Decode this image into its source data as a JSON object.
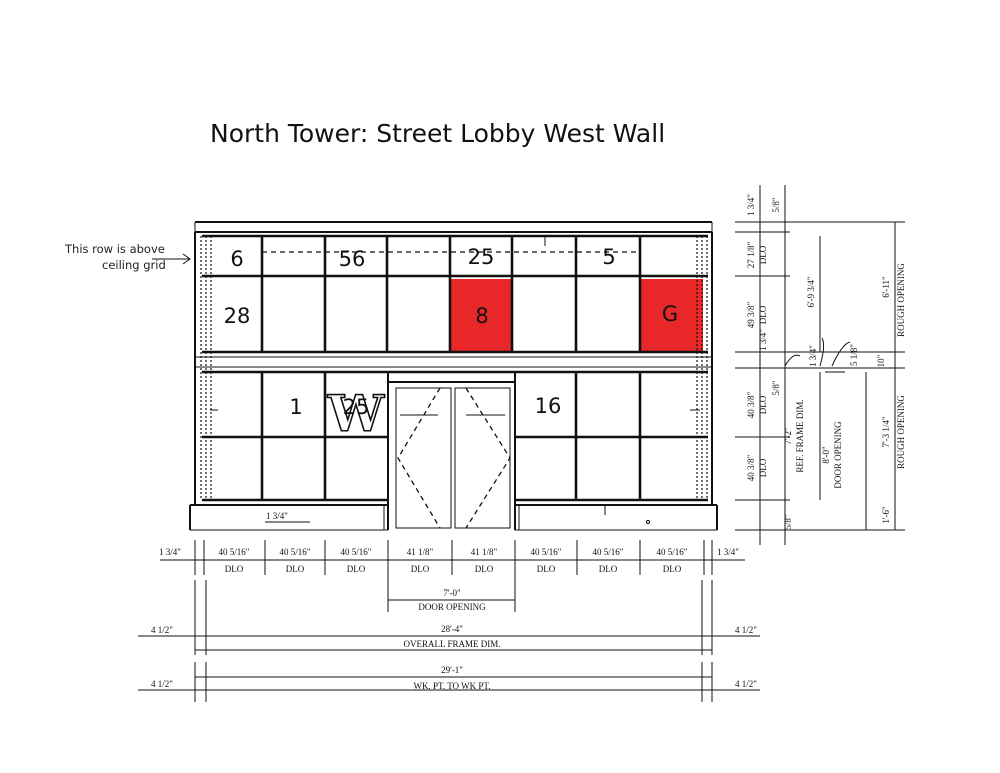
{
  "title": "North Tower: Street Lobby West Wall",
  "annotation": {
    "line1": "This row is above",
    "line2": "ceiling grid"
  },
  "colors": {
    "highlight": "#e82828",
    "ink": "#111111"
  },
  "pane_labels": {
    "upper_row": [
      "6",
      "56",
      "25",
      "5"
    ],
    "middle_row": [
      "28",
      "8",
      "G"
    ],
    "lower_row": [
      "1",
      "25",
      "16"
    ]
  },
  "logo": {
    "letter": "W",
    "icon": "w-logo-icon"
  },
  "bottom_dims": {
    "widths": [
      "1 3/4\"",
      "40 5/16\"",
      "40 5/16\"",
      "40 5/16\"",
      "41 1/8\"",
      "41 1/8\"",
      "40 5/16\"",
      "40 5/16\"",
      "40 5/16\"",
      "1 3/4\""
    ],
    "dlo": "DLO",
    "mullion_note": "1 3/4\"",
    "door_width": "7'-0\"",
    "door_label": "DOOR OPENING",
    "side_offset": "4 1/2\"",
    "overall_value": "28'-4\"",
    "overall_label": "OVERALL FRAME DIM.",
    "wkpt_value": "29'-1\"",
    "wkpt_label": "WK. PT. TO WK PT."
  },
  "right_dims": {
    "top_a": "1 3/4\"",
    "top_b": "5/8\"",
    "dlo_1": "27 1/8\"",
    "dlo_2": "49 3/8\"",
    "dlo": "DLO",
    "upper_total": "6'-9 3/4\"",
    "rough_upper_value": "6'-11\"",
    "rough_opening": "ROUGH OPENING",
    "mid_a": "1 3/4\"",
    "mid_b": "5/8\"",
    "mid_c": "1 3/4\"",
    "mid_d": "5 1/8\"",
    "ten": "10\"",
    "lower_dlo_1": "40 3/8\"",
    "lower_dlo_2": "40 3/8\"",
    "lower_total": "7'-2\"",
    "ref_frame": "REF. FRAME DIM.",
    "door_height": "8'-0\"",
    "door_opening": "DOOR OPENING",
    "rough_lower_value": "7'-3 1/4\"",
    "sill_a": "5/8\"",
    "sill_b": "1'-6\""
  }
}
